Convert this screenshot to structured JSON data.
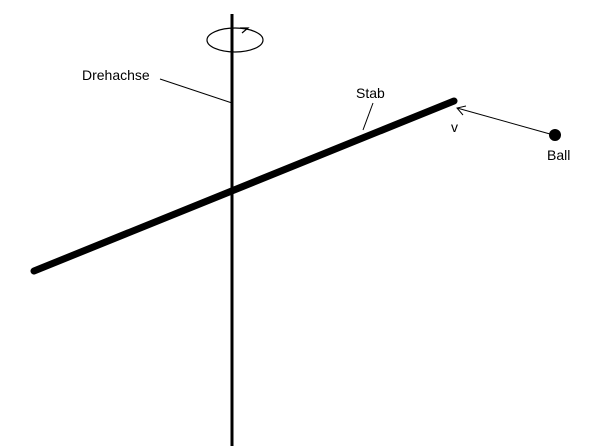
{
  "diagram": {
    "labels": {
      "axis": "Drehachse",
      "rod": "Stab",
      "velocity": "v",
      "ball": "Ball"
    },
    "colors": {
      "ink": "#000000",
      "background": "#ffffff"
    },
    "icons": {
      "rotation": "rotation-arrow-icon",
      "ball": "ball-icon"
    }
  }
}
